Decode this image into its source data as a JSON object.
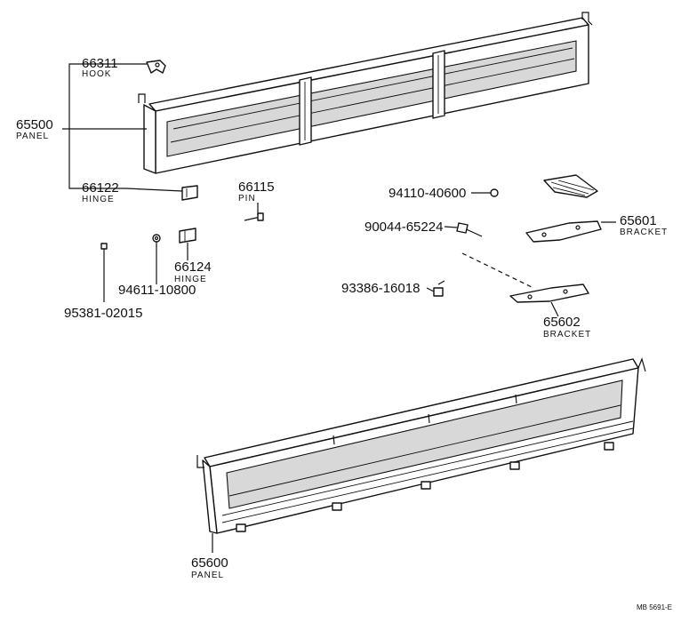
{
  "labels": {
    "hook": {
      "number": "66311",
      "name": "HOOK"
    },
    "upper_panel": {
      "number": "65500",
      "name": "PANEL"
    },
    "hinge_a": {
      "number": "66122",
      "name": "HINGE"
    },
    "pin": {
      "number": "66115",
      "name": "PIN"
    },
    "hinge_b": {
      "number": "66124",
      "name": "HINGE"
    },
    "nut_a": {
      "number": "94611-10800"
    },
    "bolt_a": {
      "number": "95381-02015"
    },
    "nut_b": {
      "number": "94110-40600"
    },
    "bolt_b": {
      "number": "90044-65224"
    },
    "bracket_a": {
      "number": "65601",
      "name": "BRACKET"
    },
    "screw": {
      "number": "93386-16018"
    },
    "bracket_b": {
      "number": "65602",
      "name": "BRACKET"
    },
    "lower_panel": {
      "number": "65600",
      "name": "PANEL"
    }
  },
  "footer": {
    "code": "MB 5691-E"
  }
}
